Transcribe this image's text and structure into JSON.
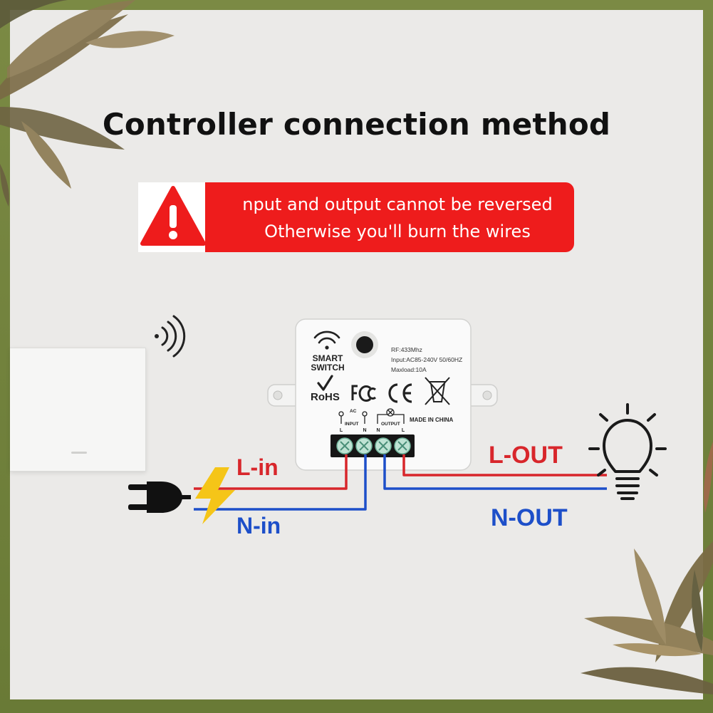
{
  "title": "Controller connection method",
  "warning": {
    "line1": "nput and output cannot be reversed",
    "line2": "Otherwise you'll burn the wires",
    "icon": "warning-triangle-icon",
    "color": "#ee1c1c"
  },
  "device": {
    "brand_line1": "SMART",
    "brand_line2": "SWITCH",
    "spec_rf": "RF:433Mhz",
    "spec_input": "Input:AC85-240V 50/60HZ",
    "spec_maxload": "Maxload:10A",
    "cert_rohs": "RoHS",
    "made_in": "MADE IN CHINA",
    "ac_label": "AC",
    "input_label": "INPUT",
    "output_label": "OUTPUT",
    "terminal_labels": [
      "L",
      "N",
      "N",
      "L"
    ],
    "icons": [
      "wifi-icon",
      "check-icon",
      "fcc-mark-icon",
      "ce-mark-icon",
      "weee-bin-icon"
    ]
  },
  "wiring": {
    "l_in": "L-in",
    "n_in": "N-in",
    "l_out": "L-OUT",
    "n_out": "N-OUT",
    "live_color": "#d8262b",
    "neutral_color": "#1d4fc9"
  },
  "icons": {
    "remote_signal": "signal-waves-icon",
    "plug": "power-plug-icon",
    "bolt": "lightning-bolt-icon",
    "bulb": "light-bulb-icon"
  }
}
